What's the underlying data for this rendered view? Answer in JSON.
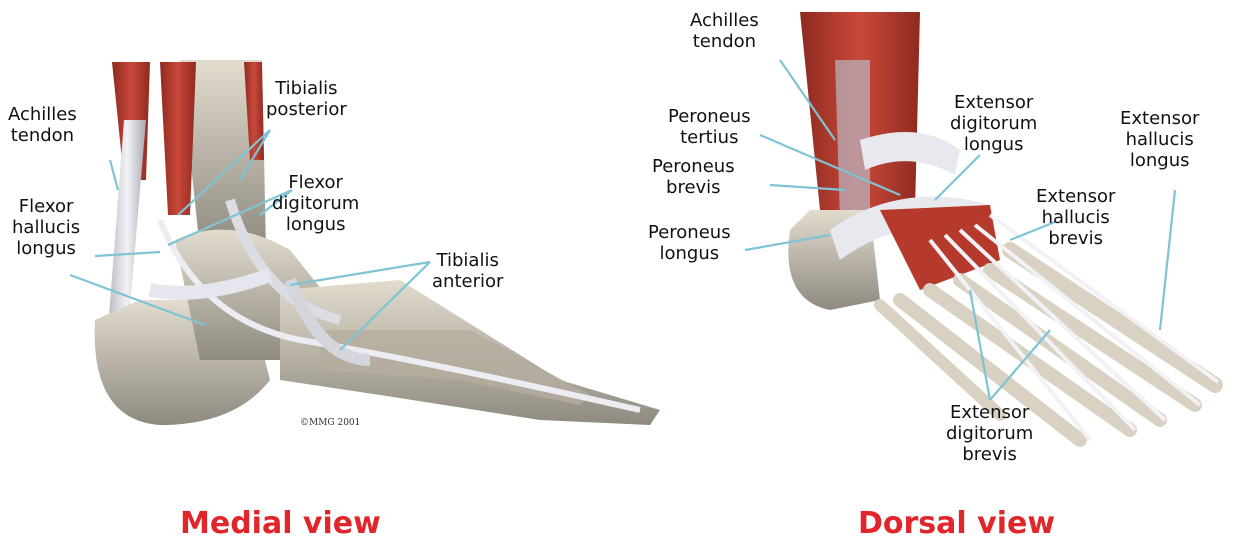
{
  "medial": {
    "caption": "Medial view",
    "copyright": "©MMG 2001",
    "labels": {
      "achilles": [
        "Achilles",
        "tendon"
      ],
      "tibialis_posterior": [
        "Tibialis",
        "posterior"
      ],
      "flexor_digitorum_longus": [
        "Flexor",
        "digitorum",
        "longus"
      ],
      "flexor_hallucis_longus": [
        "Flexor",
        "hallucis",
        "longus"
      ],
      "tibialis_anterior": [
        "Tibialis",
        "anterior"
      ]
    }
  },
  "dorsal": {
    "caption": "Dorsal view",
    "labels": {
      "achilles": [
        "Achilles",
        "tendon"
      ],
      "peroneus_tertius": [
        "Peroneus",
        "tertius"
      ],
      "peroneus_brevis": [
        "Peroneus",
        "brevis"
      ],
      "peroneus_longus": [
        "Peroneus",
        "longus"
      ],
      "extensor_digitorum_longus": [
        "Extensor",
        "digitorum",
        "longus"
      ],
      "extensor_hallucis_longus": [
        "Extensor",
        "hallucis",
        "longus"
      ],
      "extensor_hallucis_brevis": [
        "Extensor",
        "hallucis",
        "brevis"
      ],
      "extensor_digitorum_brevis": [
        "Extensor",
        "digitorum",
        "brevis"
      ]
    }
  },
  "colors": {
    "muscle": "#b53a2c",
    "bone": "#cfc8b8",
    "tendon": "#e4e4ea",
    "leader": "#7fc4d4",
    "caption": "#e0262a"
  }
}
